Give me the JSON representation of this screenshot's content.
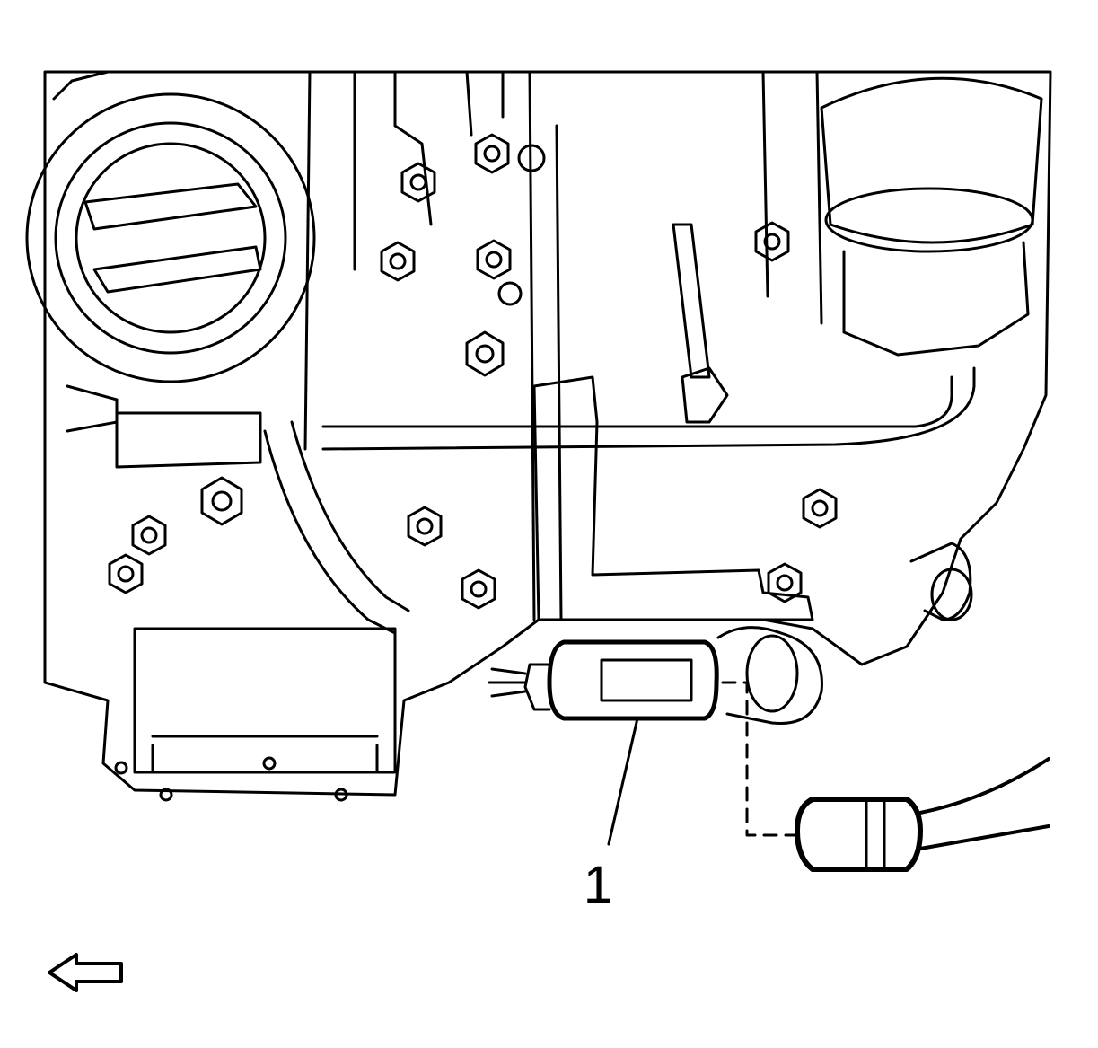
{
  "callouts": [
    {
      "id": "1",
      "label": "1",
      "target": "electrical-connector"
    }
  ],
  "direction_arrow": {
    "icon": "arrow-left-icon"
  },
  "colors": {
    "line": "#000000",
    "background": "#ffffff"
  }
}
